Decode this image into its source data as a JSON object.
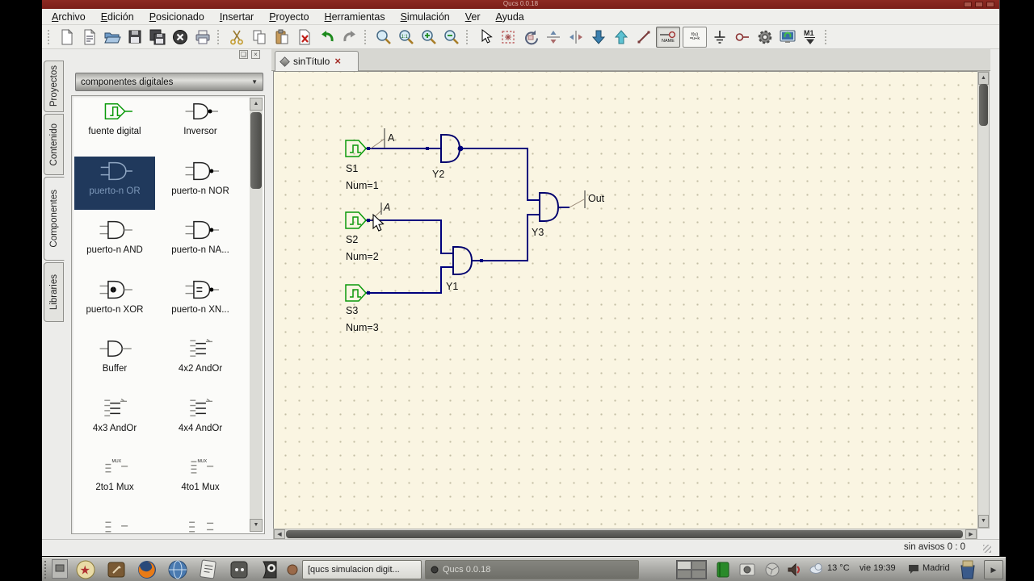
{
  "window": {
    "title": "Qucs 0.0.18"
  },
  "menubar": {
    "items": [
      "Archivo",
      "Edición",
      "Posicionado",
      "Insertar",
      "Proyecto",
      "Herramientas",
      "Simulación",
      "Ver",
      "Ayuda"
    ]
  },
  "toolbar": {
    "name_button_label": "NAME",
    "equation_label_1": "f(u)",
    "equation_label_2": "=u+k",
    "zoom_one_to_one": "1:1",
    "marker_label": "M1"
  },
  "sidebar": {
    "tabs": [
      "Proyectos",
      "Contenido",
      "Componentes",
      "Libraries"
    ],
    "active_tab": "Componentes",
    "category": "componentes digitales",
    "components": [
      {
        "label": "fuente digital",
        "icon": "digital-source"
      },
      {
        "label": "Inversor",
        "icon": "inverter"
      },
      {
        "label": "puerto-n OR",
        "icon": "or-gate",
        "selected": true
      },
      {
        "label": "puerto-n NOR",
        "icon": "nor-gate"
      },
      {
        "label": "puerto-n AND",
        "icon": "and-gate"
      },
      {
        "label": "puerto-n NA...",
        "icon": "nand-gate"
      },
      {
        "label": "puerto-n XOR",
        "icon": "xor-gate"
      },
      {
        "label": "puerto-n XN...",
        "icon": "xnor-gate"
      },
      {
        "label": "Buffer",
        "icon": "buffer"
      },
      {
        "label": "4x2 AndOr",
        "icon": "andor-ic"
      },
      {
        "label": "4x3 AndOr",
        "icon": "andor-ic"
      },
      {
        "label": "4x4 AndOr",
        "icon": "andor-ic"
      },
      {
        "label": "2to1 Mux",
        "icon": "mux-ic"
      },
      {
        "label": "4to1 Mux",
        "icon": "mux-ic"
      }
    ]
  },
  "document": {
    "tab_title": "sinTítulo"
  },
  "schematic": {
    "sources": [
      {
        "name": "S1",
        "param": "Num=1"
      },
      {
        "name": "S2",
        "param": "Num=2"
      },
      {
        "name": "S3",
        "param": "Num=3"
      }
    ],
    "gates": [
      {
        "name": "Y1"
      },
      {
        "name": "Y2"
      },
      {
        "name": "Y3"
      }
    ],
    "node_labels": [
      {
        "text": "A"
      },
      {
        "text": "A"
      },
      {
        "text": "Out"
      }
    ]
  },
  "statusbar": {
    "message": "sin avisos 0 : 0"
  },
  "taskbar": {
    "task1": "[qucs simulacion digit...",
    "task2": "Qucs 0.0.18",
    "temperature": "13 °C",
    "clock": "vie 19:39",
    "location": "Madrid"
  },
  "colors": {
    "wire": "#00007d",
    "source_green": "#0a9a0a",
    "canvas": "#faf5e2",
    "selection_blue": "#20395c",
    "titlebar_red": "#7f221c"
  }
}
